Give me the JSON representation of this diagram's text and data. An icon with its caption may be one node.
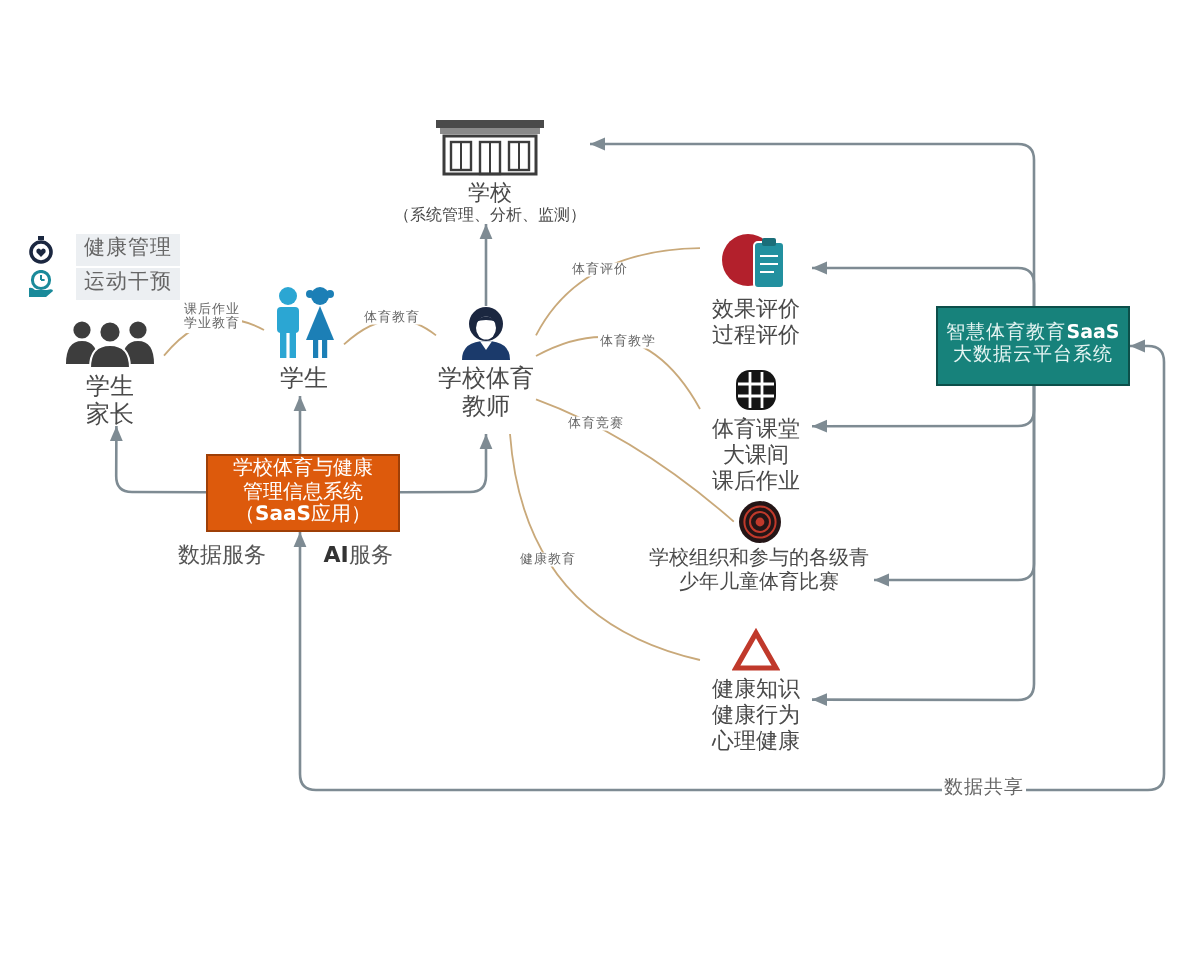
{
  "diagram": {
    "nodes": [
      {
        "text": [
          "学校",
          "（系统管理、分析、监测）"
        ]
      },
      {
        "text": [
          "学生家长"
        ]
      },
      {
        "text": [
          "学生"
        ]
      },
      {
        "text": [
          "学校体育教师"
        ]
      },
      {
        "text": [
          "效果评价",
          "过程评价"
        ]
      },
      {
        "text": [
          "体育课堂",
          "大课间",
          "课后作业"
        ]
      },
      {
        "text": [
          "学校组织和参与的各级青少年儿童体育比赛"
        ]
      },
      {
        "text": [
          "健康知识",
          "健康行为",
          "心理健康"
        ]
      },
      {
        "text": [
          "智慧体育教育**SaaS**大数据云平台系统"
        ]
      },
      {
        "text": [
          "学校体育与健康管理信息系统（**SaaS**应用）"
        ]
      }
    ],
    "edges": [
      {
        "from": 1,
        "to": 2,
        "arrow": "none",
        "label": "课后作业学业教育",
        "color": "#c9a97a"
      },
      {
        "from": 2,
        "to": 3,
        "arrow": "none",
        "label": "体育教育",
        "color": "#c9a97a"
      },
      {
        "from": 3,
        "to": 0,
        "arrow": "to"
      },
      {
        "from": 3,
        "to": 4,
        "arrow": "none",
        "label": "体育评价",
        "color": "#c9a97a"
      },
      {
        "from": 3,
        "to": 5,
        "arrow": "none",
        "label": "体育教学",
        "color": "#c9a97a"
      },
      {
        "from": 3,
        "to": 6,
        "arrow": "none",
        "label": "体育竞赛",
        "color": "#c9a97a"
      },
      {
        "from": 3,
        "to": 7,
        "arrow": "none",
        "label": "健康教育",
        "color": "#c9a97a"
      },
      {
        "from": 8,
        "to": 0,
        "arrow": "to"
      },
      {
        "from": 8,
        "to": 4,
        "arrow": "to"
      },
      {
        "from": 8,
        "to": 5,
        "arrow": "to"
      },
      {
        "from": 8,
        "to": 6,
        "arrow": "to"
      },
      {
        "from": 8,
        "to": 7,
        "arrow": "to"
      },
      {
        "from": 9,
        "to": 2,
        "arrow": "to"
      },
      {
        "from": 9,
        "to": 1,
        "arrow": "to"
      },
      {
        "from": 9,
        "to": 3,
        "arrow": "to"
      },
      {
        "from": 9,
        "to": 8,
        "arrow": "both",
        "label": "数据共享"
      }
    ],
    "labels": [
      "健康管理",
      "运动干预",
      "数据服务",
      "**AI**服务"
    ]
  }
}
